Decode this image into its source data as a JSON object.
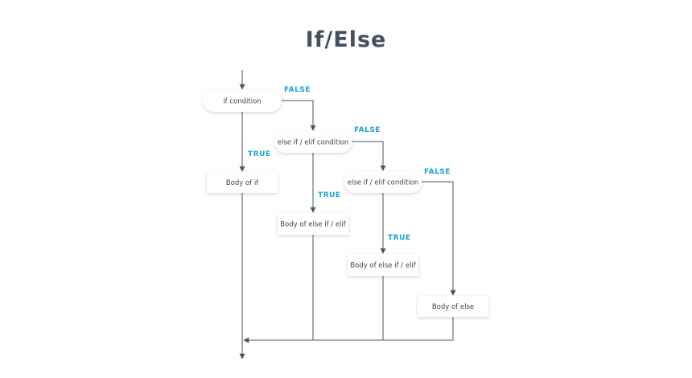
{
  "title": "If/Else",
  "nodes": {
    "if_condition": "if condition",
    "elif_condition_1": "else if / elif condition",
    "elif_condition_2": "else if / elif condition",
    "body_if": "Body of if",
    "body_elif_1": "Body of else if / elif",
    "body_elif_2": "Body of else if / elif",
    "body_else": "Body of else"
  },
  "edges": {
    "true_label": "TRUE",
    "false_label": "FALSE"
  },
  "colors": {
    "line": "#4a5563",
    "label_accent": "#1aa4d0",
    "title": "#44505f"
  }
}
